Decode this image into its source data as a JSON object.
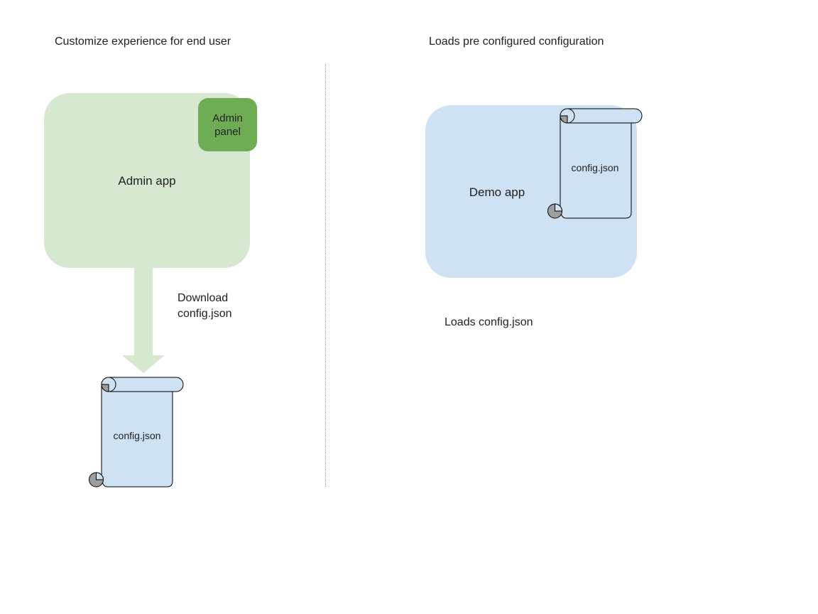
{
  "diagram": {
    "left": {
      "title": "Customize experience for end user",
      "admin_app_label": "Admin app",
      "admin_panel_label": "Admin panel",
      "download_label": "Download config.json",
      "config_file_label": "config.json"
    },
    "right": {
      "title": "Loads pre configured configuration",
      "demo_app_label": "Demo app",
      "config_file_label": "config.json",
      "caption": "Loads config.json"
    },
    "colors": {
      "admin_app_fill": "#d7e8d1",
      "admin_panel_fill": "#6fad55",
      "demo_app_fill": "#cfe2f3",
      "scroll_fill": "#cfe2f3",
      "arrow_fill": "#d7e8d1",
      "outline": "#000000",
      "curl_gray": "#9e9e9e",
      "divider_dotted": "#9e9e9e",
      "text": "#202124",
      "background": "#ffffff"
    }
  }
}
